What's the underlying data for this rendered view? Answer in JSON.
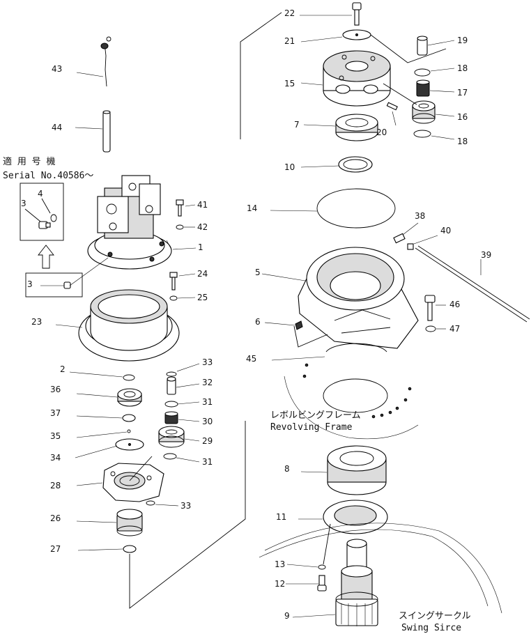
{
  "diagram": {
    "serial_note": {
      "line1": "適 用 号 機",
      "line2": "Serial No.40586～"
    },
    "frame_label": {
      "jp": "レボルビングフレーム",
      "en": "Revolving Frame"
    },
    "circle_label": {
      "jp": "スイングサークル",
      "en": "Swing Sirce"
    },
    "callouts": {
      "c1": "1",
      "c2": "2",
      "c3a": "3",
      "c3b": "3",
      "c4": "4",
      "c5": "5",
      "c6": "6",
      "c7": "7",
      "c8": "8",
      "c9": "9",
      "c10": "10",
      "c11": "11",
      "c12": "12",
      "c13": "13",
      "c14": "14",
      "c15": "15",
      "c16": "16",
      "c17": "17",
      "c18a": "18",
      "c18b": "18",
      "c19": "19",
      "c20": "20",
      "c21": "21",
      "c22": "22",
      "c23": "23",
      "c24": "24",
      "c25": "25",
      "c26": "26",
      "c27": "27",
      "c28": "28",
      "c29": "29",
      "c30": "30",
      "c31a": "31",
      "c31b": "31",
      "c32": "32",
      "c33a": "33",
      "c33b": "33",
      "c34": "34",
      "c35": "35",
      "c36": "36",
      "c37": "37",
      "c38": "38",
      "c39": "39",
      "c40": "40",
      "c41": "41",
      "c42": "42",
      "c43": "43",
      "c44": "44",
      "c45": "45",
      "c46": "46",
      "c47": "47"
    }
  }
}
